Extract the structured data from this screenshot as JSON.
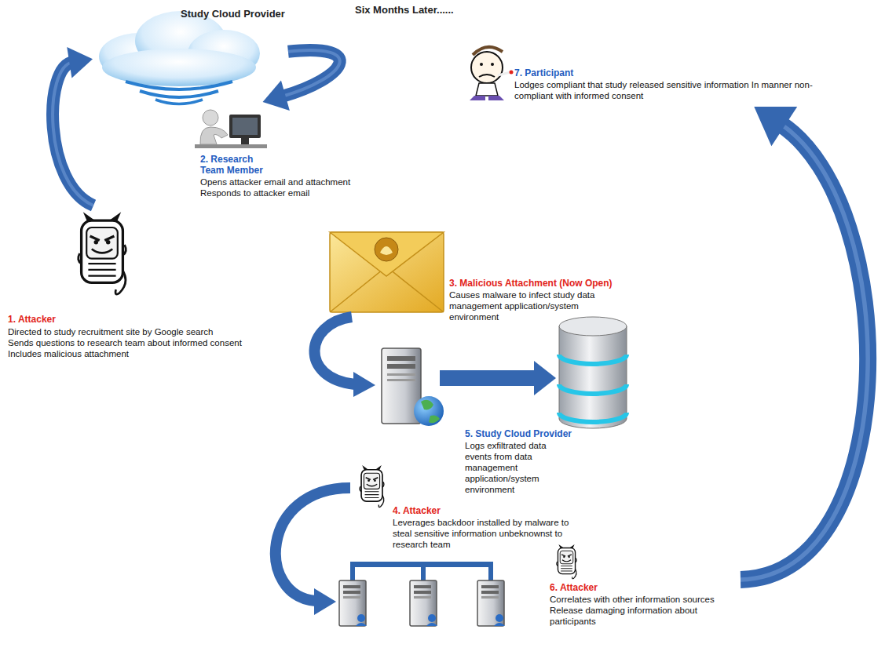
{
  "diagram": {
    "nodes": [
      {
        "text": [
          "Study Cloud Provider"
        ]
      },
      {
        "text": [
          "2. Research Team Member",
          "Opens attacker email and attachment",
          "Responds to attacker email"
        ]
      },
      {
        "text": [
          "1. Attacker",
          "Directed to study recruitment site by Google search",
          "Sends questions to research team about informed consent",
          "Includes malicious attachment"
        ]
      },
      {
        "text": [
          "3. Malicious Attachment (Now Open)",
          "Causes malware to infect study data management application/system environment"
        ]
      },
      {
        "text": [
          "5. Study Cloud Provider",
          "Logs exfiltrated data events from data management application/system environment"
        ]
      },
      {
        "text": [
          "4. Attacker",
          "Leverages backdoor installed by malware to steal sensitive information unbeknownst to research team"
        ]
      },
      {
        "text": [
          "6. Attacker",
          "Correlates with other information sources",
          "Release damaging information about participants"
        ]
      },
      {
        "text": [
          "7. Participant",
          "Lodges compliant that study released sensitive information In manner non-compliant with informed consent"
        ]
      }
    ],
    "edges": [
      {
        "from": 2,
        "to": 0,
        "arrow": "to"
      },
      {
        "from": 0,
        "to": 1,
        "arrow": "to"
      },
      {
        "from": 6,
        "to": 7,
        "arrow": "to"
      }
    ],
    "labels": [
      "Six Months Later......"
    ]
  }
}
